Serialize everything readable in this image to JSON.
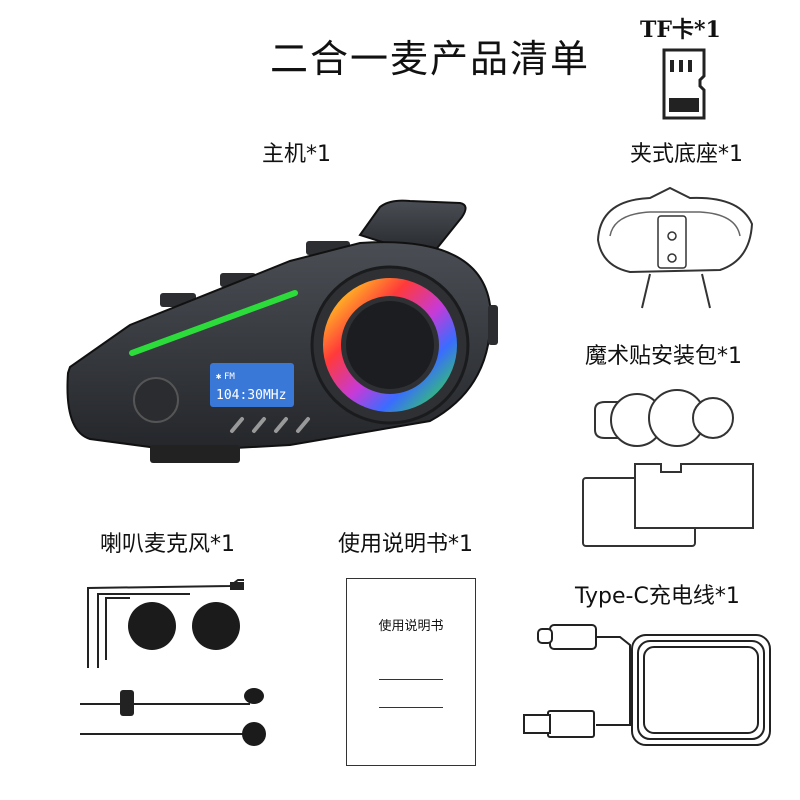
{
  "page_title": "二合一麦产品清单",
  "items": {
    "main_unit": {
      "label": "主机*1"
    },
    "tf_card": {
      "label": "TF卡*1"
    },
    "clip_base": {
      "label": "夹式底座*1"
    },
    "velcro_kit": {
      "label": "魔术贴安装包*1"
    },
    "speaker_mic": {
      "label": "喇叭麦克风*1"
    },
    "manual": {
      "label": "使用说明书*1",
      "cover_text": "使用说明书"
    },
    "cable": {
      "label": "Type-C充电线*1"
    }
  },
  "device_screen": {
    "readout": "104:30MHz",
    "mode": "FM"
  },
  "colors": {
    "device_body": "#3a3d42",
    "led_green": "#2bdc3a",
    "screen": "#3a78d8"
  }
}
